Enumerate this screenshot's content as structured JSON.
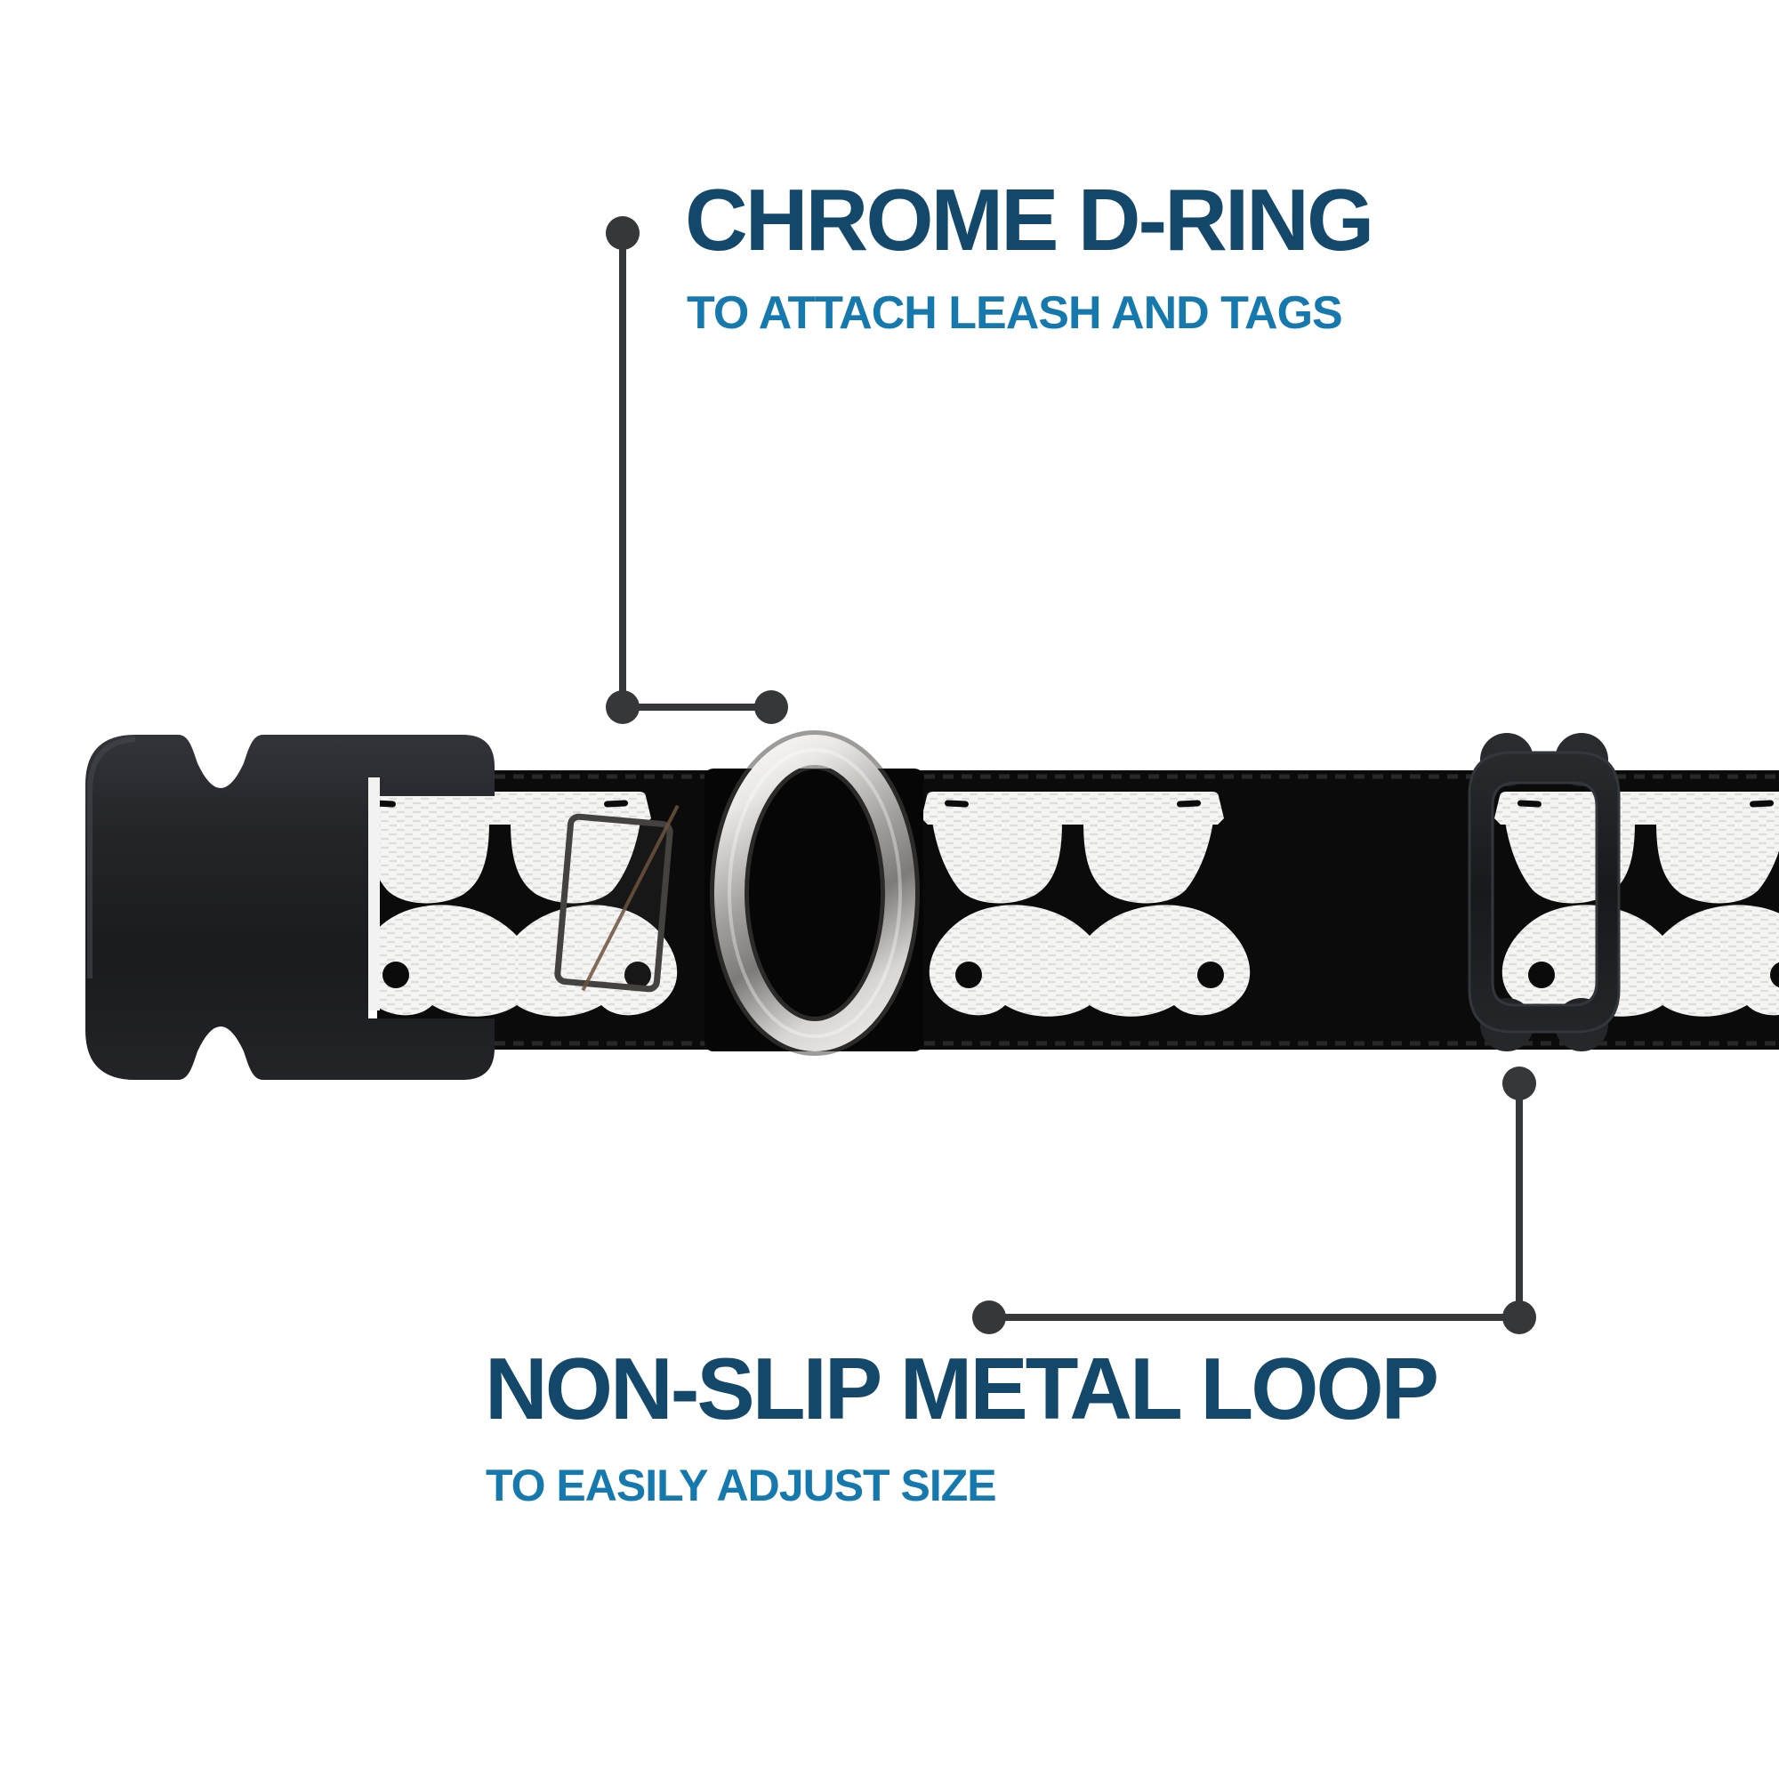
{
  "callouts": {
    "d_ring": {
      "title": "CHROME D-RING",
      "subtitle": "TO ATTACH LEASH AND TAGS"
    },
    "metal_loop": {
      "title": "NON-SLIP METAL LOOP",
      "subtitle": "TO EASILY ADJUST SIZE"
    }
  },
  "illustration": {
    "parts": [
      "plastic-side-release-buckle",
      "patterned-collar-webbing",
      "chrome-d-ring",
      "non-slip-metal-loop-slider",
      "sunglasses-print",
      "mustache-print",
      "attached-product-tag"
    ],
    "pattern_description": "white sunglasses and handlebar mustache repeating on black webbing"
  },
  "colors": {
    "background": "#FFFFFF",
    "title": "#14486A",
    "subtitle": "#1679AE",
    "line": "#353738",
    "webbing": "#0B0B0C",
    "pattern": "#F4F4F3",
    "buckle": "#212226",
    "slot": "#F2F2F2",
    "fold": "#060607",
    "chrome_light": "#F5F4F1",
    "chrome_dark": "#8C8A86"
  }
}
